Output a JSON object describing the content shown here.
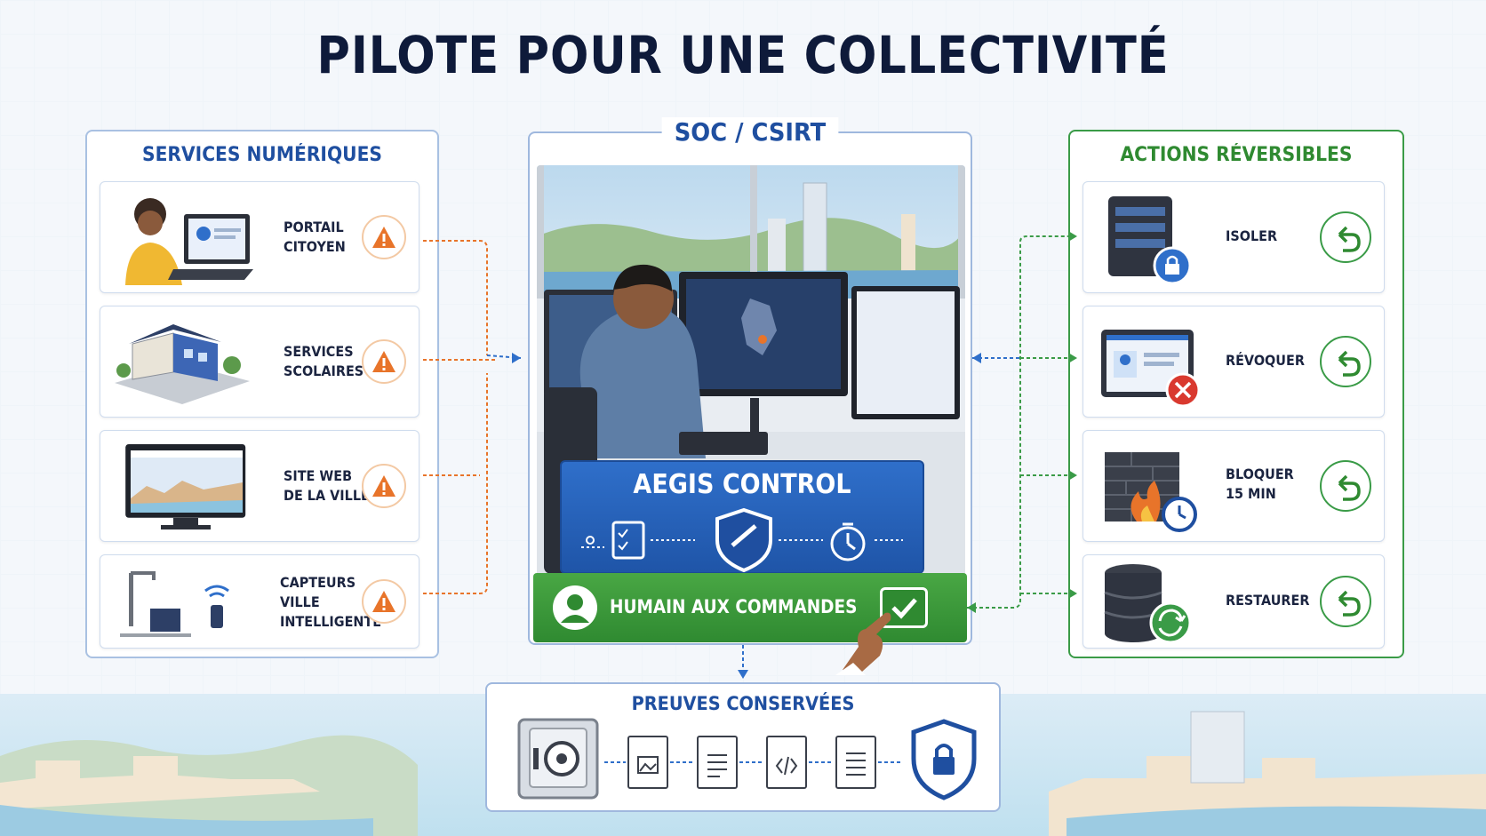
{
  "title": "PILOTE POUR UNE COLLECTIVITÉ",
  "services": {
    "title": "SERVICES NUMÉRIQUES",
    "items": [
      {
        "label": "PORTAIL\nCITOYEN",
        "icon": "warning-icon"
      },
      {
        "label": "SERVICES\nSCOLAIRES",
        "icon": "warning-icon"
      },
      {
        "label": "SITE WEB\nDE LA VILLE",
        "icon": "warning-icon"
      },
      {
        "label": "CAPTEURS\nVILLE\nINTELLIGENTE",
        "icon": "warning-icon"
      }
    ]
  },
  "soc": {
    "title": "SOC / CSIRT",
    "control_title": "AEGIS CONTROL",
    "human_label": "HUMAIN AUX COMMANDES"
  },
  "actions": {
    "title": "ACTIONS RÉVERSIBLES",
    "items": [
      {
        "label": "ISOLER",
        "icon": "server-lock-icon"
      },
      {
        "label": "RÉVOQUER",
        "icon": "revoke-id-icon"
      },
      {
        "label": "BLOQUER\n15 MIN",
        "icon": "firewall-timer-icon"
      },
      {
        "label": "RESTAURER",
        "icon": "database-restore-icon"
      }
    ]
  },
  "evidence": {
    "title": "PREUVES CONSERVÉES"
  },
  "colors": {
    "blue": "#1f4fa0",
    "green": "#2f8a31",
    "orange": "#e8742a",
    "navy": "#0e1a3a"
  }
}
